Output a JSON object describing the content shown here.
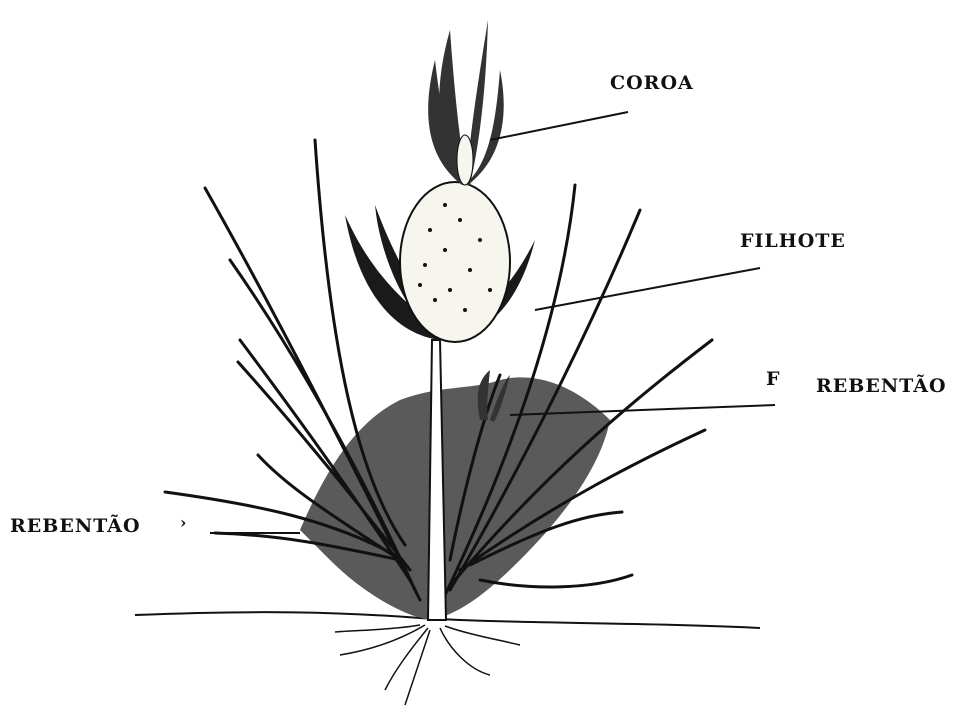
{
  "labels": {
    "coroa": "COROA",
    "filhote": "FILHOTE",
    "f_mark": "F",
    "rebentao_right": "REBENTÃO",
    "rebentao_left": "REBENTÃO",
    "arrow_mark": "›"
  },
  "colors": {
    "ink": "#111111",
    "foliage": "#555555",
    "fruit": "#f6f6ee"
  }
}
